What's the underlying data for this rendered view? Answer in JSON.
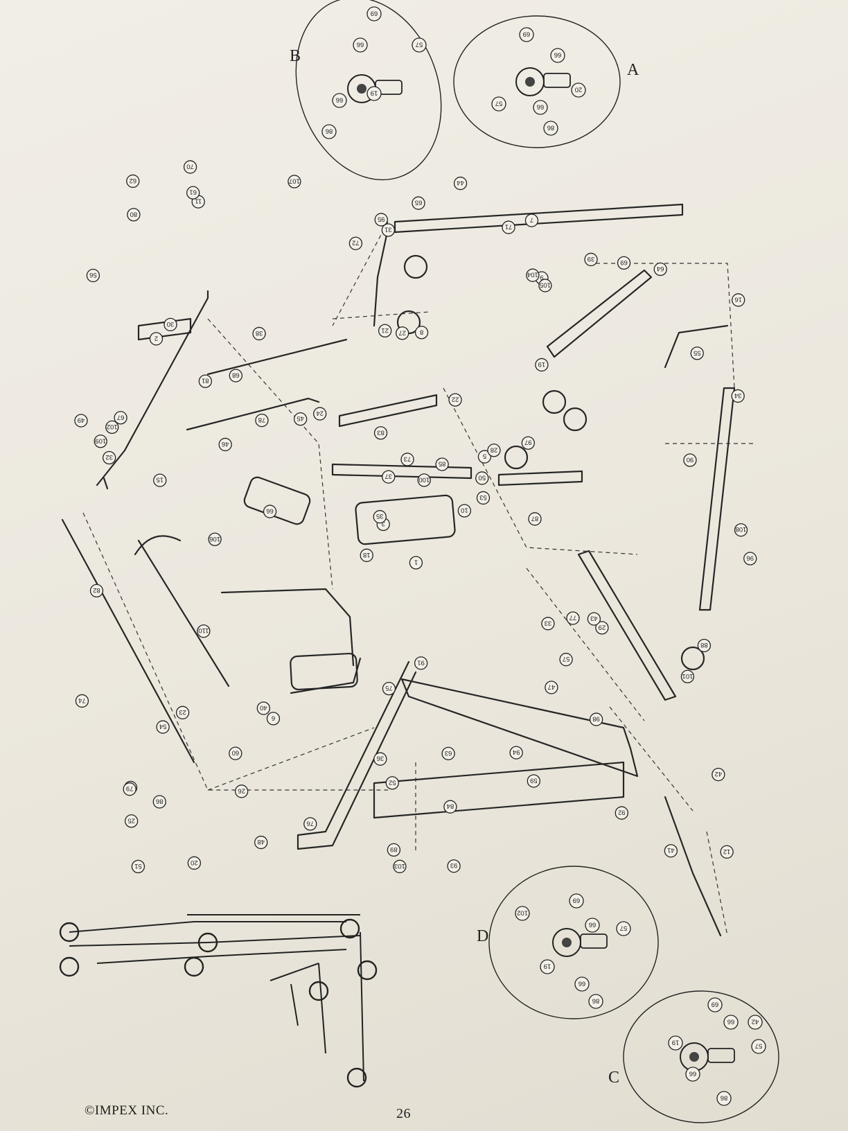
{
  "footer": {
    "copyright": "©IMPEX INC.",
    "page_number": "26"
  },
  "detail_views": {
    "A": {
      "letter": "A",
      "parts": [
        "69",
        "66",
        "20",
        "57",
        "66",
        "86"
      ]
    },
    "B": {
      "letter": "B",
      "parts": [
        "69",
        "66",
        "57",
        "19",
        "66",
        "86"
      ]
    },
    "C": {
      "letter": "C",
      "parts": [
        "69",
        "66",
        "57",
        "19",
        "66",
        "86",
        "42"
      ]
    },
    "D": {
      "letter": "D",
      "parts": [
        "69",
        "66",
        "102",
        "19",
        "57",
        "66",
        "86"
      ]
    }
  },
  "in_diagram_letters": [
    "A",
    "B",
    "C",
    "D"
  ],
  "callouts": [
    "1",
    "2",
    "3",
    "4",
    "5",
    "6",
    "7",
    "8",
    "9",
    "10",
    "11",
    "12",
    "15",
    "16",
    "18",
    "19",
    "20",
    "21",
    "22",
    "23",
    "24",
    "25",
    "26",
    "27",
    "28",
    "29",
    "30",
    "31",
    "32",
    "33",
    "34",
    "35",
    "36",
    "37",
    "38",
    "39",
    "40",
    "41",
    "42",
    "43",
    "44",
    "45",
    "46",
    "47",
    "48",
    "49",
    "50",
    "51",
    "52",
    "53",
    "54",
    "55",
    "56",
    "57",
    "59",
    "60",
    "61",
    "62",
    "63",
    "64",
    "65",
    "66",
    "67",
    "68",
    "69",
    "70",
    "71",
    "72",
    "73",
    "74",
    "75",
    "76",
    "77",
    "78",
    "79",
    "80",
    "81",
    "82",
    "83",
    "84",
    "85",
    "86",
    "87",
    "88",
    "89",
    "90",
    "91",
    "92",
    "93",
    "94",
    "95",
    "96",
    "97",
    "98",
    "100",
    "101",
    "102",
    "103",
    "104",
    "105",
    "106",
    "107",
    "108",
    "109",
    "110"
  ]
}
